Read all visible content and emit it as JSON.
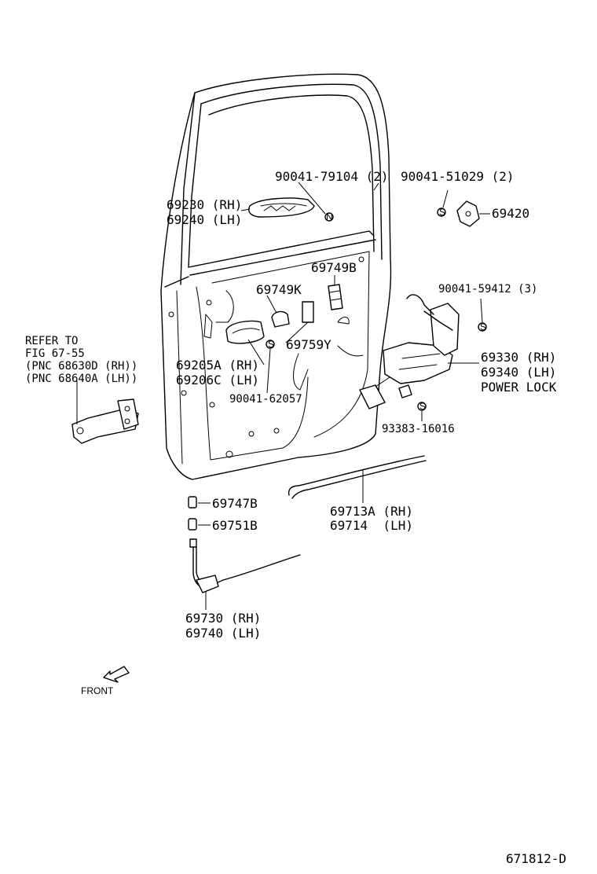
{
  "labels": {
    "p_90041_79104": "90041-79104 (2)",
    "p_90041_51029": "90041-51029 (2)",
    "p_69230_rh": "69230 (RH)",
    "p_69240_lh": "69240 (LH)",
    "p_69420": "69420",
    "p_69749b": "69749B",
    "p_69749k": "69749K",
    "p_90041_59412": "90041-59412 (3)",
    "refer_to": "REFER TO",
    "fig_67_55": "FIG 67-55",
    "pnc_68630d": "(PNC 68630D (RH))",
    "pnc_68640a": "(PNC 68640A (LH))",
    "p_69759y": "69759Y",
    "p_69205a_rh": "69205A (RH)",
    "p_69206c_lh": "69206C (LH)",
    "p_69330_rh": "69330 (RH)",
    "p_69340_lh": "69340 (LH)",
    "power_lock": "POWER LOCK",
    "p_90041_62057": "90041-62057",
    "p_93383_16016": "93383-16016",
    "p_69747b": "69747B",
    "p_69751b": "69751B",
    "p_69713a_rh": "69713A (RH)",
    "p_69714_lh": "69714  (LH)",
    "p_69730_rh": "69730 (RH)",
    "p_69740_lh": "69740 (LH)",
    "front": "FRONT",
    "fig_code": "671812-D"
  }
}
